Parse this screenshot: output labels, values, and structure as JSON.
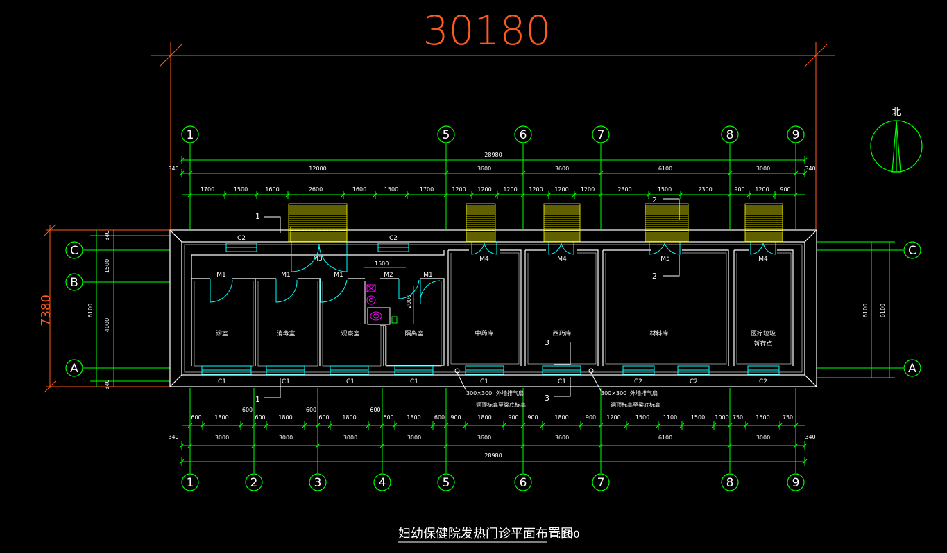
{
  "overall": {
    "width_label": "30180",
    "depth_label": "7380"
  },
  "north": {
    "label": "北"
  },
  "title": {
    "text": "妇幼保健院发热门诊平面布置图",
    "scale": ":100"
  },
  "axes_top": [
    "1",
    "5",
    "6",
    "7",
    "8",
    "9"
  ],
  "axes_bottom": [
    "1",
    "2",
    "3",
    "4",
    "5",
    "6",
    "7",
    "8",
    "9"
  ],
  "axes_left": [
    "C",
    "B",
    "A"
  ],
  "axes_right": [
    "C",
    "A"
  ],
  "top_dims": {
    "total": "28980",
    "edge_left": "340",
    "edge_right": "340",
    "bays": [
      "12000",
      "3600",
      "3600",
      "6100",
      "3000"
    ],
    "openings": [
      "1700",
      "1500",
      "1600",
      "2600",
      "1600",
      "1500",
      "1700",
      "1200",
      "1200",
      "1200",
      "1200",
      "1200",
      "1200",
      "2300",
      "1500",
      "2300",
      "900",
      "1200",
      "900"
    ]
  },
  "bottom_dims": {
    "total": "28980",
    "edge_left": "340",
    "edge_right": "340",
    "bays": [
      "3000",
      "3000",
      "3000",
      "3000",
      "3600",
      "3600",
      "6100",
      "3000"
    ],
    "openings": [
      "600",
      "1800",
      "600",
      "600",
      "1800",
      "600",
      "600",
      "1800",
      "600",
      "600",
      "1800",
      "600",
      "900",
      "1800",
      "900",
      "900",
      "1800",
      "900",
      "1200",
      "1500",
      "1100",
      "1500",
      "1000",
      "750",
      "1500",
      "750"
    ]
  },
  "left_dims": {
    "top": "340",
    "cb": "1500",
    "ba": "4000",
    "total": "6100",
    "bottom": "340"
  },
  "right_dims": {
    "a": "6100",
    "b": "6100"
  },
  "rooms": [
    {
      "id": "r1",
      "name": "诊室"
    },
    {
      "id": "r2",
      "name": "消毒室"
    },
    {
      "id": "r3",
      "name": "观察室"
    },
    {
      "id": "r4",
      "name": "隔离室"
    },
    {
      "id": "r5",
      "name": "中药库"
    },
    {
      "id": "r6",
      "name": "西药库"
    },
    {
      "id": "r7",
      "name": "材料库"
    },
    {
      "id": "r8",
      "name": "医疗垃圾"
    },
    {
      "id": "r8b",
      "name": "暂存点"
    }
  ],
  "door_labels": [
    "M1",
    "M1",
    "M1",
    "M2",
    "M1",
    "M3",
    "M4",
    "M4",
    "M5",
    "M4"
  ],
  "window_labels_top": [
    "C2",
    "C2"
  ],
  "window_labels_bottom": [
    "C1",
    "C1",
    "C1",
    "C1",
    "C1",
    "C1",
    "C2",
    "C2",
    "C2"
  ],
  "notes": {
    "fan1_size": "300×300",
    "fan1_type": "外墙排气扇",
    "fan1_pos": "洞顶标高至梁底标高",
    "fan2_size": "300×300",
    "fan2_type": "外墙排气扇",
    "fan2_pos": "洞顶标高至梁底标高",
    "corridor_dim": "1500",
    "wc_dim": "2000"
  },
  "callouts": [
    "1",
    "1",
    "2",
    "2",
    "3",
    "3"
  ],
  "colors": {
    "axis": "#00ff00",
    "wall": "#ffffff",
    "dim_red": "#ff5a1e",
    "window": "#00ffff",
    "stair": "#ffff00",
    "fixture": "#ff00ff"
  }
}
